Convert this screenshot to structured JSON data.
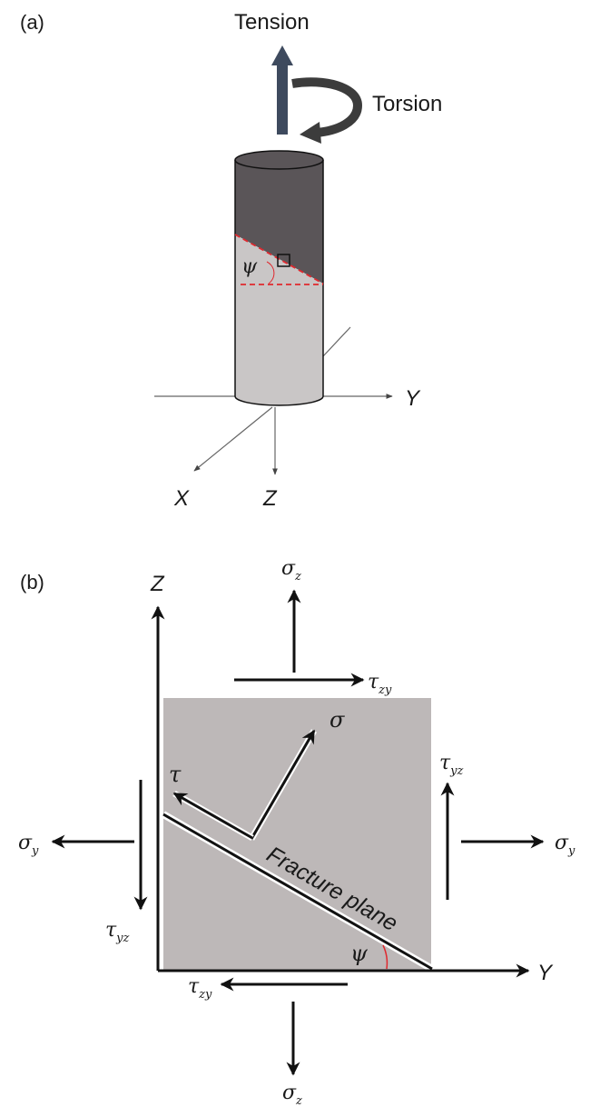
{
  "panel_a": {
    "label": "(a)",
    "tension_label": "Tension",
    "torsion_label": "Torsion",
    "angle_label": "ψ",
    "axes": {
      "y": "Y",
      "x": "X",
      "z": "Z"
    }
  },
  "panel_b": {
    "label": "(b)",
    "axes": {
      "z": "Z",
      "y": "Y"
    },
    "fracture_plane_label": "Fracture plane",
    "angle_label": "ψ",
    "normal_stress_label": "σ",
    "shear_stress_label": "τ",
    "stress_labels": {
      "sigma_z_top": {
        "base": "σ",
        "sub": "z"
      },
      "tau_zy_top": {
        "base": "τ",
        "sub": "zy"
      },
      "tau_yz_right": {
        "base": "τ",
        "sub": "yz"
      },
      "sigma_y_right": {
        "base": "σ",
        "sub": "y"
      },
      "sigma_y_left": {
        "base": "σ",
        "sub": "y"
      },
      "tau_yz_left": {
        "base": "τ",
        "sub": "yz"
      },
      "tau_zy_bottom": {
        "base": "τ",
        "sub": "zy"
      },
      "sigma_z_bottom": {
        "base": "σ",
        "sub": "z"
      }
    }
  },
  "colors": {
    "cylinder_top": "#5a5558",
    "cylinder_bottom": "#c9c6c6",
    "square_fill": "#bdb8b8",
    "arrow_dark": "#3c3c3c",
    "tension_arrow": "#3e4a5e",
    "red_dashed": "#e0282e",
    "ink": "#1a1a1a"
  }
}
